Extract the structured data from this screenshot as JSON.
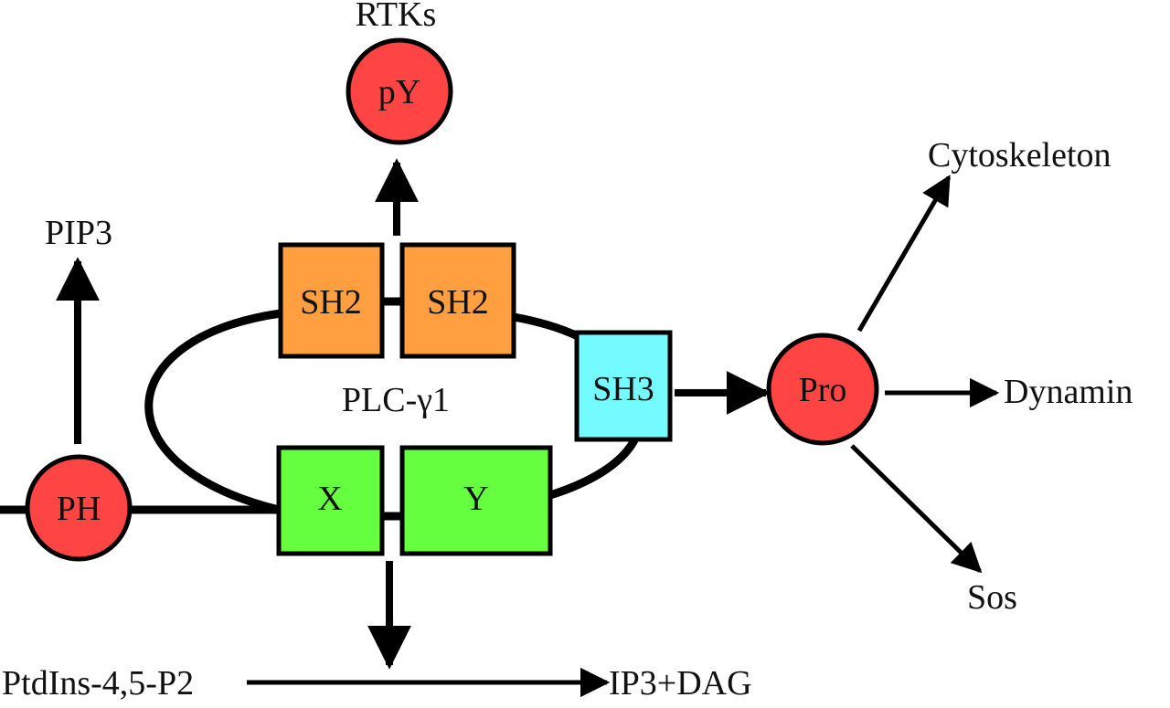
{
  "diagram": {
    "title": "PLC-γ1 domain interactions",
    "colors": {
      "circle_fill": "#ff4444",
      "sh2_fill": "#ff9f40",
      "sh3_fill": "#73fbff",
      "xy_fill": "#66ff3f",
      "stroke": "#000000",
      "background": "#ffffff"
    },
    "protein_label": "PLC-γ1",
    "nodes": {
      "py": "pY",
      "ph": "PH",
      "pro": "Pro",
      "sh2_a": "SH2",
      "sh2_b": "SH2",
      "sh3": "SH3",
      "x": "X",
      "y": "Y"
    },
    "targets": {
      "rtks": "RTKs",
      "pip3": "PIP3",
      "cytoskeleton": "Cytoskeleton",
      "dynamin": "Dynamin",
      "sos": "Sos",
      "substrate": "PtdIns-4,5-P2",
      "product": "IP3+DAG"
    },
    "edges": [
      {
        "from": "SH2",
        "to": "pY",
        "type": "arrow"
      },
      {
        "from": "pY",
        "to": "RTKs",
        "type": "association"
      },
      {
        "from": "PH",
        "to": "PIP3",
        "type": "arrow"
      },
      {
        "from": "SH3",
        "to": "Pro",
        "type": "arrow"
      },
      {
        "from": "Pro",
        "to": "Cytoskeleton",
        "type": "arrow"
      },
      {
        "from": "Pro",
        "to": "Dynamin",
        "type": "arrow"
      },
      {
        "from": "Pro",
        "to": "Sos",
        "type": "arrow"
      },
      {
        "from": "X-Y",
        "to": "PtdIns-4,5-P2 → IP3+DAG",
        "type": "catalysis"
      },
      {
        "from": "PtdIns-4,5-P2",
        "to": "IP3+DAG",
        "type": "conversion"
      }
    ]
  }
}
